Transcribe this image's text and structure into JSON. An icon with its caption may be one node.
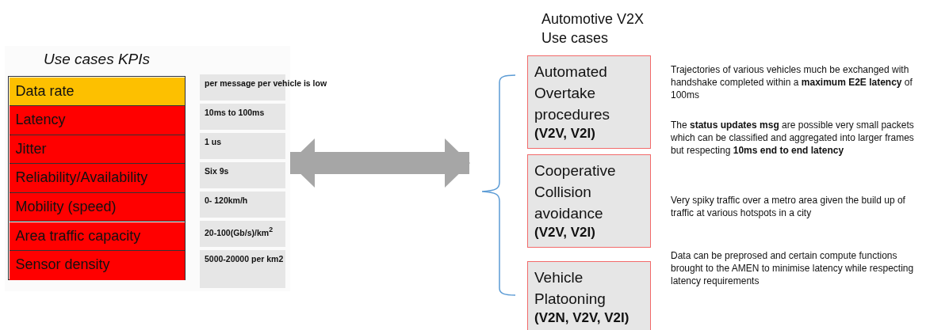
{
  "diagram": {
    "nodes": [
      {
        "text": [
          "Use cases KPIs"
        ]
      },
      {
        "text": [
          "Data rate"
        ],
        "in": 0
      },
      {
        "text": [
          "Latency"
        ],
        "in": 0
      },
      {
        "text": [
          "Jitter"
        ],
        "in": 0
      },
      {
        "text": [
          "Reliability/Availability"
        ],
        "in": 0
      },
      {
        "text": [
          "Mobility (speed)"
        ],
        "in": 0
      },
      {
        "text": [
          "Area traffic capacity"
        ],
        "in": 0
      },
      {
        "text": [
          "Sensor density"
        ],
        "in": 0
      },
      {
        "text": [
          "per message per vehicle is low"
        ],
        "in": 0
      },
      {
        "text": [
          "10ms to 100ms"
        ],
        "in": 0
      },
      {
        "text": [
          "1 us"
        ],
        "in": 0
      },
      {
        "text": [
          "Six 9s"
        ],
        "in": 0
      },
      {
        "text": [
          "0- 120km/h"
        ],
        "in": 0
      },
      {
        "text": [
          "20-100(Gb/s)/km$^{2}$"
        ],
        "in": 0
      },
      {
        "text": [
          "5000-20000 per km2"
        ],
        "in": 0
      },
      {
        "text": [
          "Automotive V2X Use cases"
        ]
      },
      {
        "text": [
          "Automated Overtake procedures",
          "(V2V, V2I)"
        ],
        "in": 15
      },
      {
        "text": [
          "Cooperative Collision avoidance",
          "(V2V, V2I)"
        ],
        "in": 15
      },
      {
        "text": [
          "Vehicle Platooning",
          "(V2N, V2V, V2I)"
        ],
        "in": 15
      }
    ],
    "edges": [
      {
        "from": 0,
        "to": 15,
        "arrow": "both"
      }
    ],
    "labels": [
      "Trajectories of various vehicles much be exchanged with handshake completed within a **maximum E2E latency** of 100ms",
      "The **status updates msg** are possible very small packets which can be classified and aggregated into larger frames but respecting **10ms end to end latency**",
      "Very spiky traffic over a metro area given the build up of traffic at various hotspots in a city",
      "Data can be preprosed and certain compute functions brought to the AMEN to minimise latency while respecting latency requirements"
    ]
  }
}
